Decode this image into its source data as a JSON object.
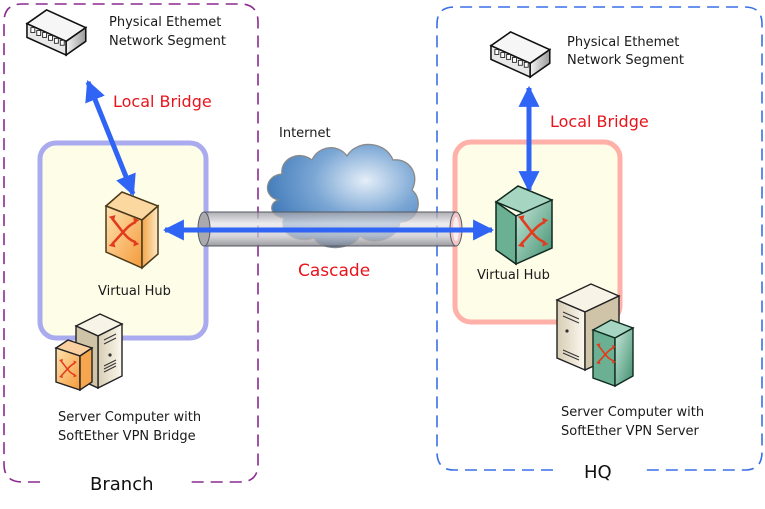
{
  "title": "SoftEther VPN Cascade Connection between Branch and HQ",
  "sites": {
    "branch": {
      "label": "Branch",
      "border_color": "#8b2a8f",
      "segment_label_line1": "Physical Ethemet",
      "segment_label_line2": "Network Segment",
      "bridge_label": "Local Bridge",
      "hub_label": "Virtual Hub",
      "hub_frame_color": "#aaaaee",
      "hub_color": "#f7a94a",
      "server_label_line1": "Server Computer with",
      "server_label_line2": "SoftEther VPN Bridge"
    },
    "hq": {
      "label": "HQ",
      "border_color": "#3a6fe8",
      "segment_label_line1": "Physical Ethemet",
      "segment_label_line2": "Network Segment",
      "bridge_label": "Local Bridge",
      "hub_label": "Virtual Hub",
      "hub_frame_color": "#ffb0a8",
      "hub_color": "#4d9b7c",
      "server_label_line1": "Server Computer with",
      "server_label_line2": "SoftEther VPN Server"
    }
  },
  "internet": {
    "label": "Internet",
    "connection_label": "Cascade"
  },
  "colors": {
    "arrow": "#2f64f5",
    "accent_text": "#e8141c",
    "hub_fill": "#fefde8"
  }
}
